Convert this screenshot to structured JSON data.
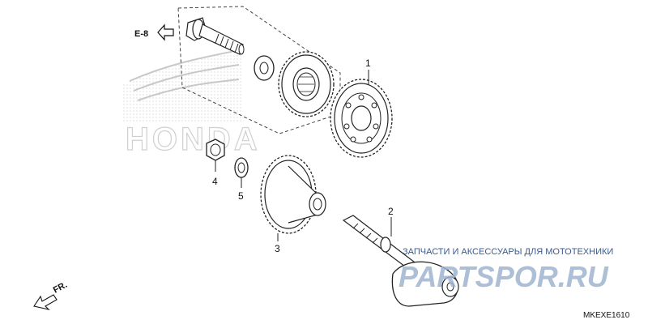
{
  "reference": {
    "label": "E-8"
  },
  "fr_arrow": {
    "label": "FR."
  },
  "parts": [
    {
      "number": "1"
    },
    {
      "number": "2"
    },
    {
      "number": "3"
    },
    {
      "number": "4"
    },
    {
      "number": "5"
    }
  ],
  "background_logo": {
    "text": "HONDA"
  },
  "watermark": {
    "caption": "ЗАПЧАСТИ И АКСЕССУАРЫ ДЛЯ МОТОТЕХНИКИ",
    "brand": "PARTSPOR.RU"
  },
  "diagram_code": "MKEXE1610"
}
